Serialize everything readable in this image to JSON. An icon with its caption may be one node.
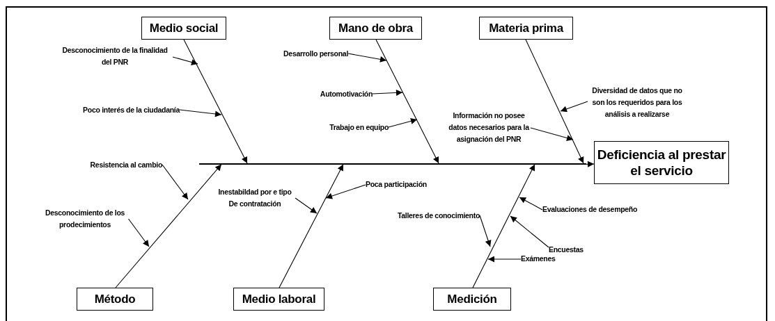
{
  "diagram": {
    "nodes": [
      {
        "text": [
          "Medio social"
        ]
      },
      {
        "text": [
          "Mano de obra"
        ]
      },
      {
        "text": [
          "Materia prima"
        ]
      },
      {
        "text": [
          "Desconocimiento de la finalidad del PNR"
        ]
      },
      {
        "text": [
          "Desarrollo personal"
        ]
      },
      {
        "text": [
          "Automotivación"
        ]
      },
      {
        "text": [
          "Poco interés de la ciudadanía"
        ]
      },
      {
        "text": [
          "Diversidad de datos que no son los requeridos para los análisis a realizarse"
        ]
      },
      {
        "text": [
          "Información no posee datos necesarios para la asignación del PNR"
        ]
      },
      {
        "text": [
          "Trabajo en equipo"
        ]
      },
      {
        "text": [
          "Deficiencia al prestar el servicio"
        ]
      },
      {
        "text": [
          "Resistencia al cambio"
        ]
      },
      {
        "text": [
          "Poca participación"
        ]
      },
      {
        "text": [
          "Inestabildad por e tipo De contratación"
        ]
      },
      {
        "text": [
          "Evaluaciones de desempeño"
        ]
      },
      {
        "text": [
          "Talleres de conocimiento"
        ]
      },
      {
        "text": [
          "Desconocimiento de los prodecimientos"
        ]
      },
      {
        "text": [
          "Encuestas"
        ]
      },
      {
        "text": [
          "Exámenes"
        ]
      },
      {
        "text": [
          "Método"
        ]
      },
      {
        "text": [
          "Medio laboral"
        ]
      },
      {
        "text": [
          "Medición"
        ]
      },
      {
        "text": [],
        "shape": "bar"
      }
    ],
    "edges": [
      {
        "from": 22,
        "to": 10,
        "arrow": "to"
      },
      {
        "from": 0,
        "to": 22,
        "arrow": "to"
      },
      {
        "from": 1,
        "to": 22,
        "arrow": "to"
      },
      {
        "from": 2,
        "to": 22,
        "arrow": "to"
      },
      {
        "from": 19,
        "to": 22,
        "arrow": "to"
      },
      {
        "from": 20,
        "to": 22,
        "arrow": "to"
      },
      {
        "from": 21,
        "to": 22,
        "arrow": "to"
      },
      {
        "from": 3,
        "to": null,
        "arrow": "to"
      },
      {
        "from": 6,
        "to": null,
        "arrow": "to"
      },
      {
        "from": 4,
        "to": null,
        "arrow": "to"
      },
      {
        "from": 5,
        "to": null,
        "arrow": "to"
      },
      {
        "from": 9,
        "to": null,
        "arrow": "to"
      },
      {
        "from": 7,
        "to": null,
        "arrow": "to"
      },
      {
        "from": 8,
        "to": null,
        "arrow": "to"
      },
      {
        "from": 11,
        "to": null,
        "arrow": "to"
      },
      {
        "from": 16,
        "to": null,
        "arrow": "to"
      },
      {
        "from": 13,
        "to": null,
        "arrow": "to"
      },
      {
        "from": 12,
        "to": null,
        "arrow": "to"
      },
      {
        "from": 15,
        "to": null,
        "arrow": "to"
      },
      {
        "from": 14,
        "to": null,
        "arrow": "to"
      },
      {
        "from": 17,
        "to": null,
        "arrow": "to"
      },
      {
        "from": 18,
        "to": null,
        "arrow": "to"
      }
    ]
  }
}
